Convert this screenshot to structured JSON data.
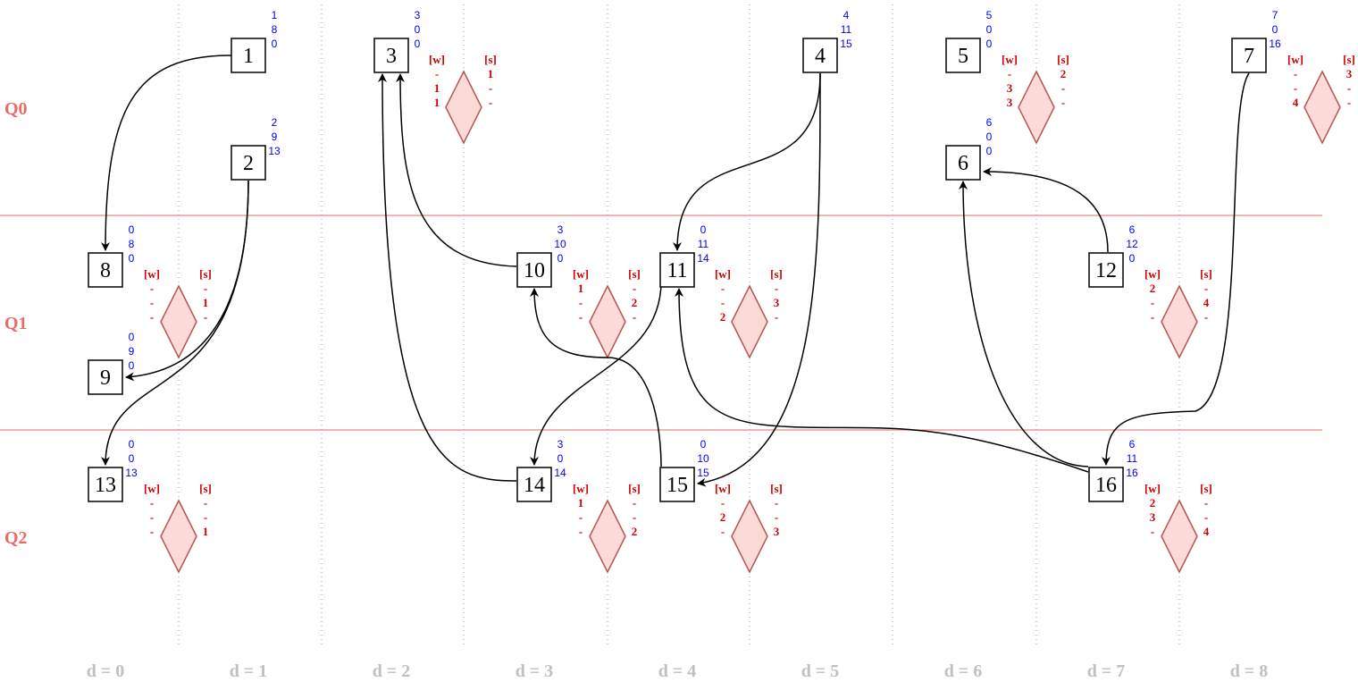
{
  "lanes": [
    "Q0",
    "Q1",
    "Q2"
  ],
  "depths": [
    "d = 0",
    "d = 1",
    "d = 2",
    "d = 3",
    "d = 4",
    "d = 5",
    "d = 6",
    "d = 7",
    "d = 8"
  ],
  "colors": {
    "lane_line": "#f19c99",
    "lane_text": "#ea6b66",
    "meta_text": "#0000ff",
    "ws_text": "#cc0000",
    "diamond_fill": "#fadbd8",
    "diamond_stroke": "#b85450",
    "depth_text": "#c0c0c0"
  },
  "nodes": [
    {
      "id": "1",
      "meta": [
        "1",
        "8",
        "0"
      ]
    },
    {
      "id": "2",
      "meta": [
        "2",
        "9",
        "13"
      ]
    },
    {
      "id": "3",
      "meta": [
        "3",
        "0",
        "0"
      ]
    },
    {
      "id": "4",
      "meta": [
        "4",
        "11",
        "15"
      ]
    },
    {
      "id": "5",
      "meta": [
        "5",
        "0",
        "0"
      ]
    },
    {
      "id": "6",
      "meta": [
        "6",
        "0",
        "0"
      ]
    },
    {
      "id": "7",
      "meta": [
        "7",
        "0",
        "16"
      ]
    },
    {
      "id": "8",
      "meta": [
        "0",
        "8",
        "0"
      ]
    },
    {
      "id": "9",
      "meta": [
        "0",
        "9",
        "0"
      ]
    },
    {
      "id": "10",
      "meta": [
        "3",
        "10",
        "0"
      ]
    },
    {
      "id": "11",
      "meta": [
        "0",
        "11",
        "14"
      ]
    },
    {
      "id": "12",
      "meta": [
        "6",
        "12",
        "0"
      ]
    },
    {
      "id": "13",
      "meta": [
        "0",
        "0",
        "13"
      ]
    },
    {
      "id": "14",
      "meta": [
        "3",
        "0",
        "14"
      ]
    },
    {
      "id": "15",
      "meta": [
        "0",
        "10",
        "15"
      ]
    },
    {
      "id": "16",
      "meta": [
        "6",
        "11",
        "16"
      ]
    }
  ],
  "ws_header": {
    "w": "[w]",
    "s": "[s]"
  },
  "ws_groups": [
    {
      "w": [
        "-",
        "1",
        "1"
      ],
      "s": [
        "1",
        "-",
        "-"
      ]
    },
    {
      "w": [
        "-",
        "3",
        "3"
      ],
      "s": [
        "2",
        "-",
        "-"
      ]
    },
    {
      "w": [
        "-",
        "-",
        "4"
      ],
      "s": [
        "3",
        "-",
        "-"
      ]
    },
    {
      "w": [
        "-",
        "-",
        "-"
      ],
      "s": [
        "-",
        "1",
        "-"
      ]
    },
    {
      "w": [
        "1",
        "-",
        "-"
      ],
      "s": [
        "-",
        "2",
        "-"
      ]
    },
    {
      "w": [
        "-",
        "-",
        "2"
      ],
      "s": [
        "-",
        "3",
        "-"
      ]
    },
    {
      "w": [
        "2",
        "-",
        "-"
      ],
      "s": [
        "-",
        "4",
        "-"
      ]
    },
    {
      "w": [
        "-",
        "-",
        "-"
      ],
      "s": [
        "-",
        "-",
        "1"
      ]
    },
    {
      "w": [
        "1",
        "-",
        "-"
      ],
      "s": [
        "-",
        "-",
        "2"
      ]
    },
    {
      "w": [
        "-",
        "2",
        "-"
      ],
      "s": [
        "-",
        "-",
        "3"
      ]
    },
    {
      "w": [
        "2",
        "3",
        "-"
      ],
      "s": [
        "-",
        "-",
        "4"
      ]
    }
  ],
  "edges": [
    {
      "from": "1",
      "to": "8"
    },
    {
      "from": "2",
      "to": "9"
    },
    {
      "from": "2",
      "to": "13"
    },
    {
      "from": "10",
      "to": "3"
    },
    {
      "from": "14",
      "to": "3"
    },
    {
      "from": "4",
      "to": "11"
    },
    {
      "from": "4",
      "to": "15"
    },
    {
      "from": "11",
      "to": "14"
    },
    {
      "from": "15",
      "to": "10"
    },
    {
      "from": "12",
      "to": "6"
    },
    {
      "from": "16",
      "to": "6"
    },
    {
      "from": "16",
      "to": "11"
    },
    {
      "from": "7",
      "to": "16"
    }
  ]
}
